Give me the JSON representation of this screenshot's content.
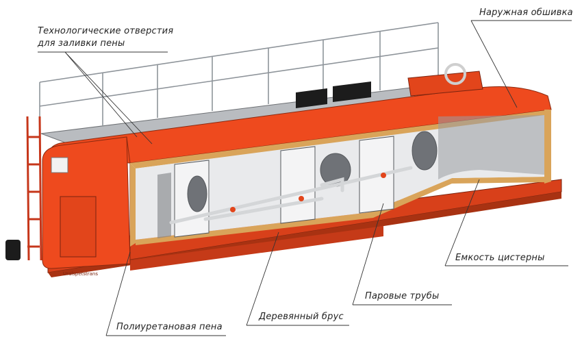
{
  "labels": {
    "holes_line1": "Технологические отверстия",
    "holes_line2": "для заливки пены",
    "outer_skin": "Наружная обшивка",
    "tank": "Емкость цистерны",
    "steam_pipes": "Паровые трубы",
    "timber": "Деревянный брус",
    "foam": "Полиуретановая пена",
    "brand": "Uralspetstrans"
  },
  "colors": {
    "tank_orange": "#ee4a1e",
    "tank_orange_dark": "#c6361a",
    "insulation": "#d9a45a",
    "inner_shell": "#e9eaec",
    "inner_shadow": "#8f9297",
    "frame": "#e2451b",
    "railing": "#9aa0a6",
    "black_box": "#1c1c1c"
  }
}
